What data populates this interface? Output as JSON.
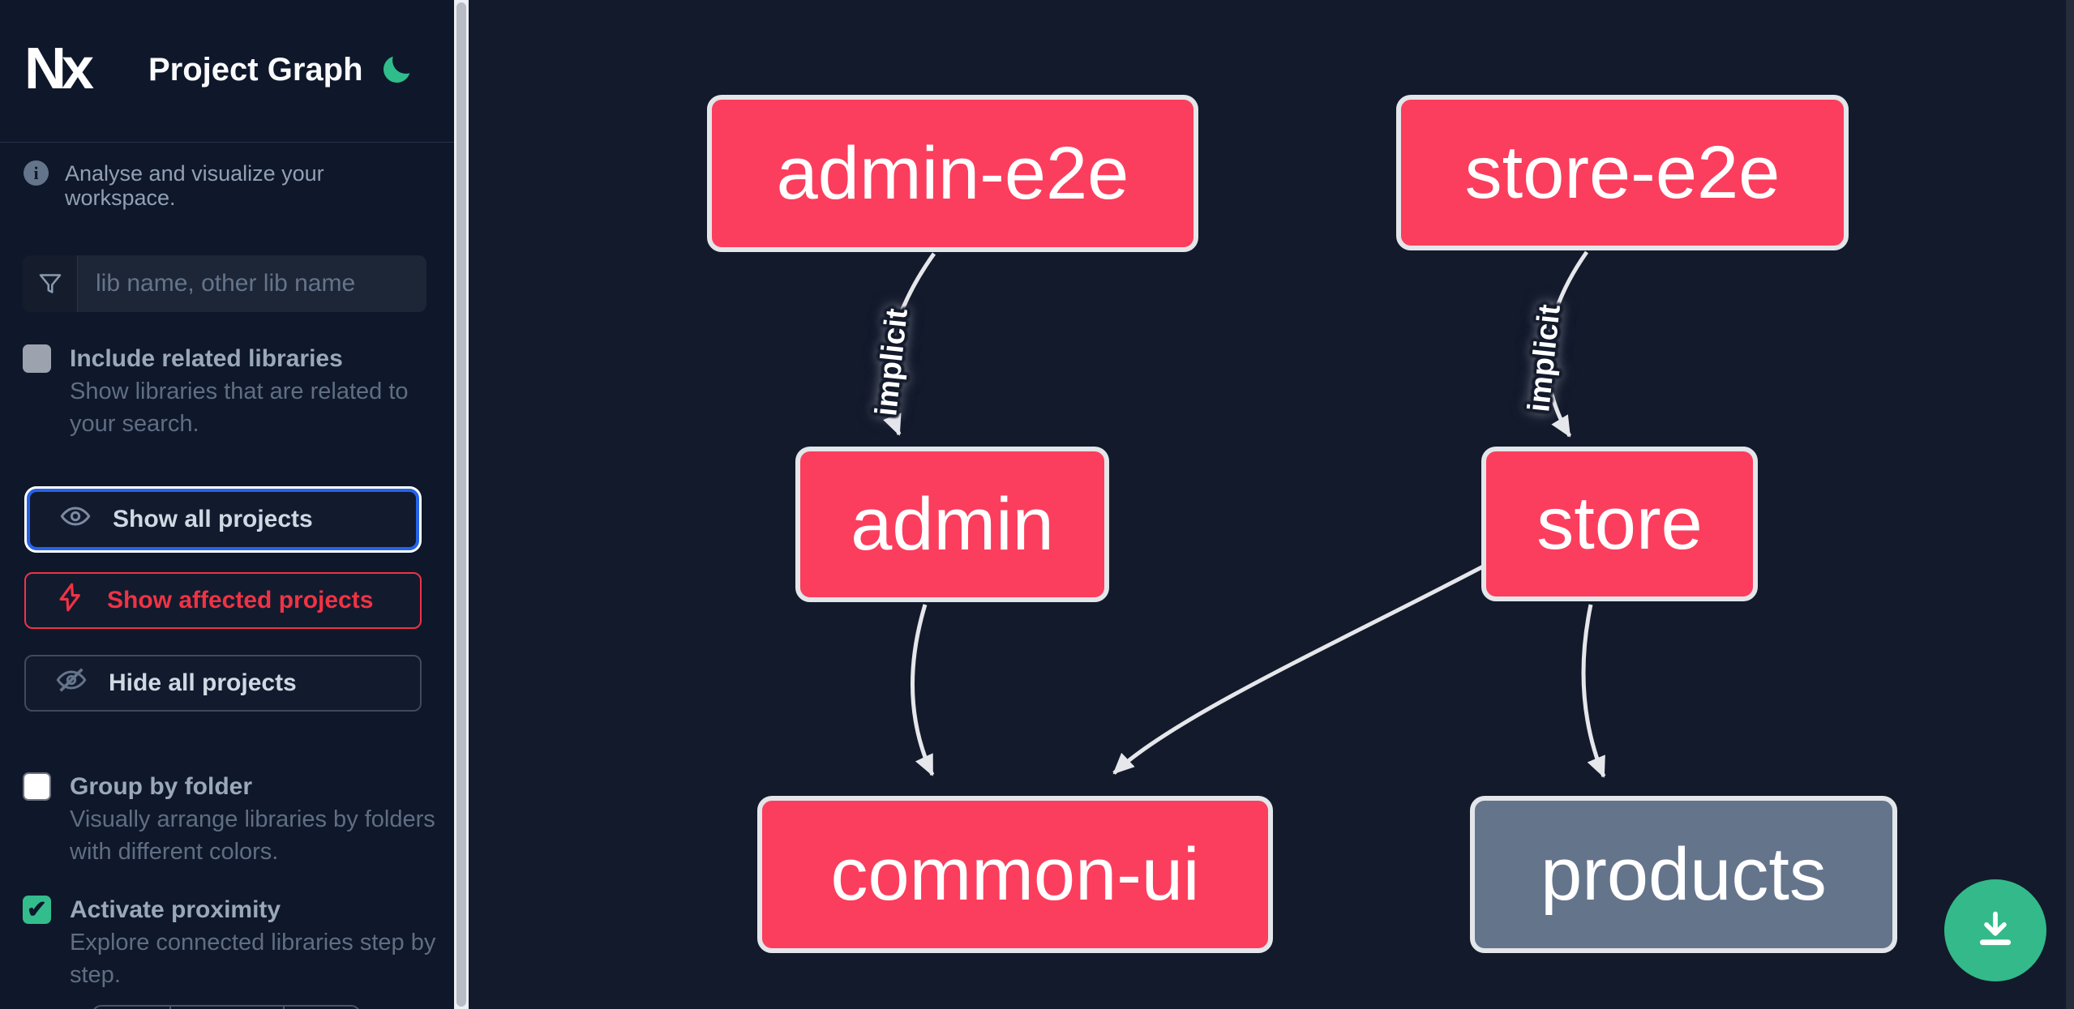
{
  "header": {
    "title": "Project Graph",
    "logo_text": "Nx",
    "theme_icon": "moon-icon"
  },
  "sidebar": {
    "info_text": "Analyse and visualize your workspace.",
    "search": {
      "placeholder": "lib name, other lib name",
      "icon": "filter-funnel-icon",
      "value": ""
    },
    "options": [
      {
        "label": "Include related libraries",
        "description": "Show libraries that are related to your search.",
        "checked": false
      },
      {
        "label": "Group by folder",
        "description": "Visually arrange libraries by folders with different colors.",
        "checked": false
      },
      {
        "label": "Activate proximity",
        "description": "Explore connected libraries step by step.",
        "checked": true,
        "check_glyph": "✔"
      }
    ],
    "actions": [
      {
        "label": "Show all projects",
        "icon": "eye-icon",
        "state": "focused"
      },
      {
        "label": "Show affected projects",
        "icon": "lightning-bolt-icon",
        "variant": "danger"
      },
      {
        "label": "Hide all projects",
        "icon": "eye-off-icon"
      }
    ]
  },
  "graph": {
    "nodes": [
      {
        "id": "admin-e2e",
        "label": "admin-e2e",
        "color": "#fb3e5d"
      },
      {
        "id": "store-e2e",
        "label": "store-e2e",
        "color": "#fb3e5d"
      },
      {
        "id": "admin",
        "label": "admin",
        "color": "#fb3e5d"
      },
      {
        "id": "store",
        "label": "store",
        "color": "#fb3e5d"
      },
      {
        "id": "common-ui",
        "label": "common-ui",
        "color": "#fb3e5d"
      },
      {
        "id": "products",
        "label": "products",
        "color": "#64748b"
      }
    ],
    "edges": [
      {
        "from": "admin-e2e",
        "to": "admin",
        "label": "implicit"
      },
      {
        "from": "store-e2e",
        "to": "store",
        "label": "implicit"
      },
      {
        "from": "admin",
        "to": "common-ui",
        "label": ""
      },
      {
        "from": "store",
        "to": "common-ui",
        "label": ""
      },
      {
        "from": "store",
        "to": "products",
        "label": ""
      }
    ]
  },
  "download_button": {
    "icon": "download-icon"
  },
  "colors": {
    "sidebar_bg": "#0f172a",
    "canvas_bg": "#131a2b",
    "node_pink": "#fb3e5d",
    "node_gray": "#64748b",
    "node_border": "#e3e6ea",
    "edge": "#e5e7eb",
    "accent_green": "#33bd8d",
    "focus_blue": "#2563eb",
    "danger_red": "#ef3344",
    "download_green": "#33b98a"
  }
}
